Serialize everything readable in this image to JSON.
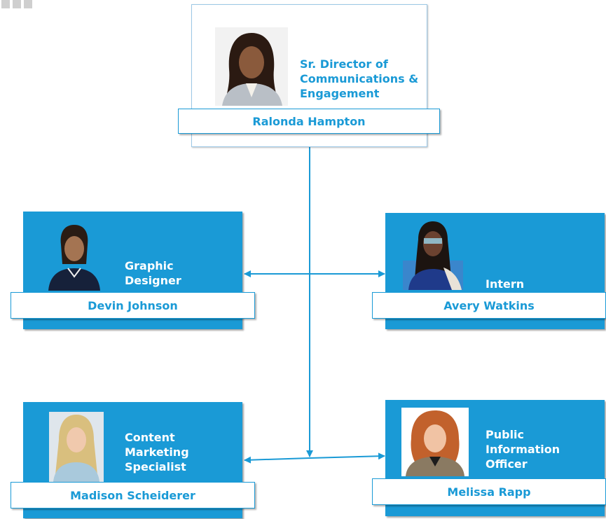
{
  "root": {
    "title": "Sr. Director of Communications & Engagement",
    "name": "Ralonda Hampton"
  },
  "staff": [
    {
      "title": "Graphic Designer",
      "name": "Devin Johnson"
    },
    {
      "title": "Intern",
      "name": "Avery Watkins"
    },
    {
      "title": "Content Marketing Specialist",
      "name": "Madison Scheiderer"
    },
    {
      "title": "Public Information Officer",
      "name": "Melissa Rapp"
    }
  ],
  "colors": {
    "accent": "#1a9ad6",
    "card_text": "#ffffff",
    "background": "#ffffff"
  }
}
